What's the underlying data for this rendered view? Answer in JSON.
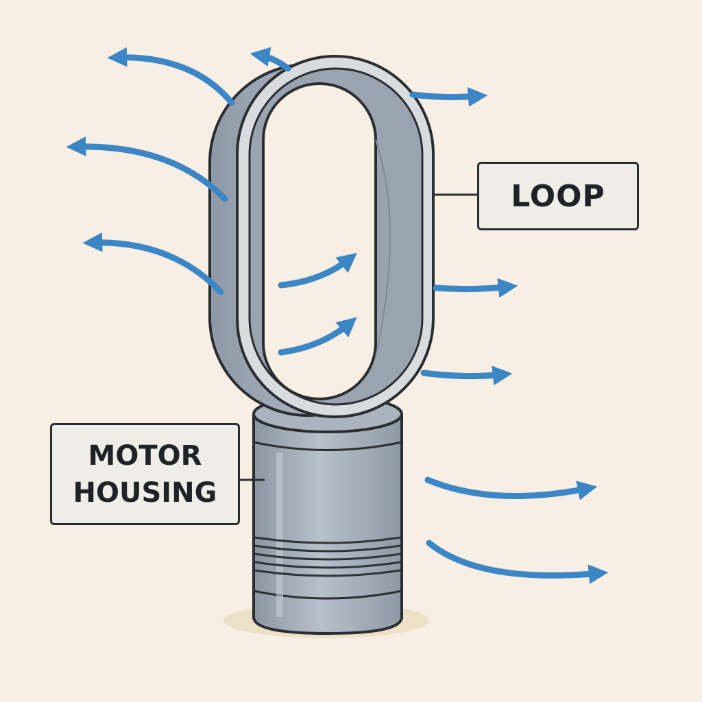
{
  "labels": {
    "loop": "LOOP",
    "motor_housing_line1": "MOTOR",
    "motor_housing_line2": "HOUSING"
  },
  "colors": {
    "background": "#f7efe4",
    "airflow_arrow": "#3d86c6",
    "body_metal": "#a3adb8",
    "outline": "#2a2d30",
    "label_fill": "#eeede8"
  },
  "icons": {
    "airflow": "arrow-curved-icon",
    "grille": "vent-grille-icon"
  }
}
